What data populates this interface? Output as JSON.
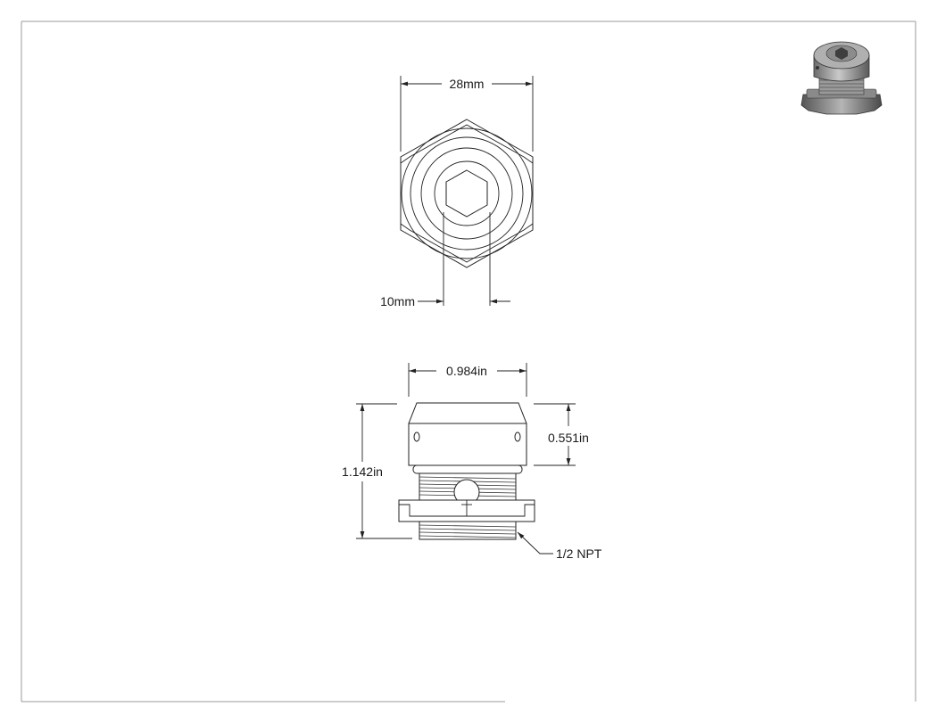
{
  "top_view": {
    "width_label": "28mm",
    "socket_label": "10mm"
  },
  "side_view": {
    "width_label": "0.984in",
    "cap_height_label": "0.551in",
    "total_height_label": "1.142in",
    "thread_label": "1/2 NPT"
  },
  "thumbnail": {
    "description_icon": "breather-vent-3d-icon"
  }
}
